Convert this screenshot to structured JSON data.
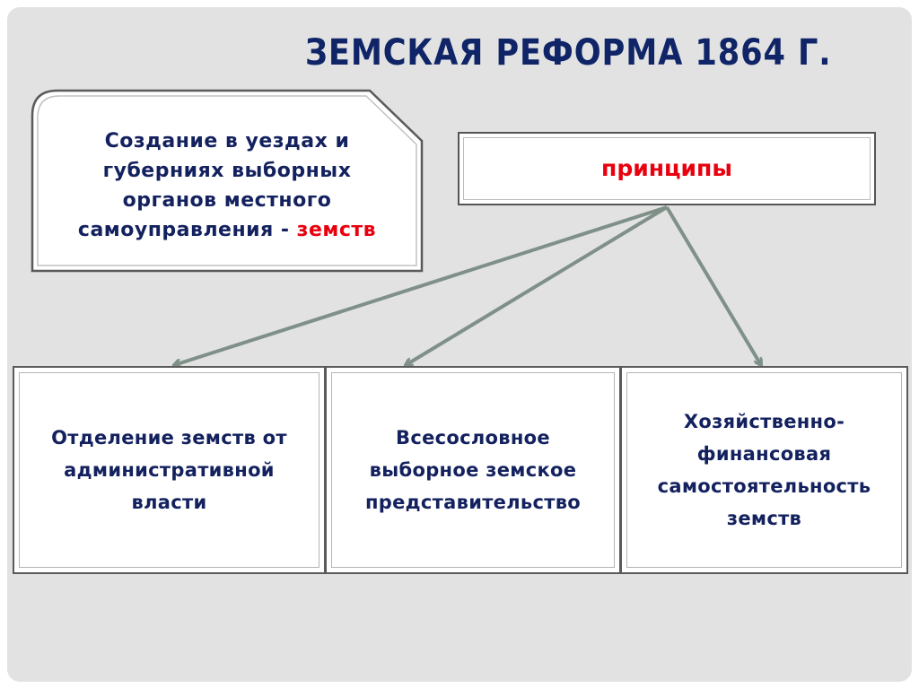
{
  "slide": {
    "title": "ЗЕМСКАЯ РЕФОРМА 1864 Г.",
    "definition": {
      "line1": "Создание в уездах и",
      "line2": "губерниях выборных",
      "line3": "органов местного",
      "line4_prefix": "самоуправления - ",
      "line4_highlight": "земств"
    },
    "principles_label": "принципы",
    "principles": [
      {
        "lines": [
          "Отделение земств от",
          "административной",
          "власти"
        ]
      },
      {
        "lines": [
          "Всесословное",
          "выборное земское",
          "представительство"
        ]
      },
      {
        "lines": [
          "Хозяйственно-",
          "финансовая",
          "самостоятельность",
          "земств"
        ]
      }
    ],
    "colors": {
      "background": "#e2e2e2",
      "title": "#102567",
      "text": "#13215e",
      "highlight": "#e8000e",
      "arrow": "#7f9088"
    }
  }
}
